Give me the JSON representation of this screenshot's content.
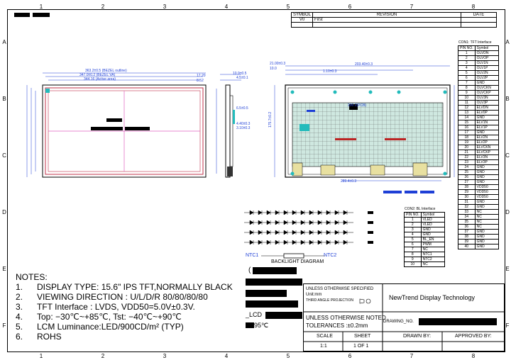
{
  "zones_top": [
    "1",
    "2",
    "3",
    "4",
    "5",
    "6",
    "7",
    "8"
  ],
  "zones_side": [
    "A",
    "B",
    "C",
    "D",
    "E",
    "F"
  ],
  "revision": {
    "symbol_header": "SYMBOL",
    "revision_header": "REVISION",
    "date_header": "DATE",
    "symbol": "V0",
    "text": "First"
  },
  "front_view": {
    "dims": [
      "363.2±0.5 (BEZEL outline)",
      "347.0±0.2 (BEZEL VA)",
      "344.16 (Active area)",
      "17.20",
      "8.52"
    ]
  },
  "side_view": {
    "dims": [
      "10.9±0.5",
      "4.5±0.1",
      "6.5±0.5",
      "4.40±0.3",
      "3.10±0.3"
    ]
  },
  "rear_view": {
    "dims": [
      "21.00±0.3",
      "10.0",
      "203.40±0.3",
      "1.10±0.3",
      "289.4±0.3",
      "175.7±0.2",
      "200.2(PCB)"
    ]
  },
  "con1": {
    "title": "CON1: TFT Interface",
    "headers": [
      "PIN NO.",
      "Symbol"
    ],
    "rows": [
      [
        "1",
        "OLVDN"
      ],
      [
        "2",
        "OLVOP"
      ],
      [
        "3",
        "OLV1N"
      ],
      [
        "4",
        "OLV1P"
      ],
      [
        "5",
        "OLV2N"
      ],
      [
        "6",
        "OLV2P"
      ],
      [
        "7",
        "GND"
      ],
      [
        "8",
        "OLVCKN"
      ],
      [
        "9",
        "OLVCKP"
      ],
      [
        "10",
        "OLV3N"
      ],
      [
        "11",
        "OLV3P"
      ],
      [
        "12",
        "ELVDN"
      ],
      [
        "13",
        "ELV0P"
      ],
      [
        "14",
        "GND"
      ],
      [
        "15",
        "ELV1N"
      ],
      [
        "16",
        "ELV1P"
      ],
      [
        "17",
        "GND"
      ],
      [
        "18",
        "ELV2N"
      ],
      [
        "19",
        "ELV2P"
      ],
      [
        "20",
        "ELVCKN"
      ],
      [
        "21",
        "ELVCKP"
      ],
      [
        "22",
        "ELV3N"
      ],
      [
        "23",
        "ELV3P"
      ],
      [
        "24",
        "GND"
      ],
      [
        "25",
        "GND"
      ],
      [
        "26",
        "GND"
      ],
      [
        "27",
        "GND"
      ],
      [
        "28",
        "VDD50"
      ],
      [
        "29",
        "VDD50"
      ],
      [
        "30",
        "VDD50"
      ],
      [
        "31",
        "GND"
      ],
      [
        "32",
        "GND"
      ],
      [
        "33",
        "NC"
      ],
      [
        "34",
        "NC"
      ],
      [
        "35",
        "NC"
      ],
      [
        "36",
        "NC"
      ],
      [
        "37",
        "GND"
      ],
      [
        "38",
        "GND"
      ],
      [
        "39",
        "GND"
      ],
      [
        "40",
        "GND"
      ]
    ]
  },
  "con2": {
    "title": "CON2: BL Interface",
    "headers": [
      "PIN NO.",
      "Symbol"
    ],
    "rows": [
      [
        "1",
        "VLED"
      ],
      [
        "2",
        "VLED"
      ],
      [
        "3",
        "GND"
      ],
      [
        "4",
        "GND"
      ],
      [
        "5",
        "BL_EN"
      ],
      [
        "6",
        "PWM"
      ],
      [
        "7",
        "NC"
      ],
      [
        "8",
        "NTC1"
      ],
      [
        "9",
        "NTC2"
      ],
      [
        "10",
        "NC"
      ]
    ]
  },
  "backlight": {
    "caption": "BACKLIGHT DIAGRAM",
    "ntc1": "NTC1",
    "ntc2": "NTC2"
  },
  "notes": {
    "title": "NOTES:",
    "items": [
      {
        "n": "1.",
        "t": "DISPLAY TYPE: 15.6\" IPS TFT,NORMALLY BLACK"
      },
      {
        "n": "2.",
        "t": "VIEWING DIRECTION : U/L/D/R 80/80/80/80"
      },
      {
        "n": "3.",
        "t": "TFT Interface : LVDS, VDD50=5.0V±0.3V."
      },
      {
        "n": "4.",
        "t": "Top: −30℃~+85℃, Tst: −40℃~+90℃"
      },
      {
        "n": "5.",
        "t": "LCM Luminance:LED/900CD/m² (TYP)"
      },
      {
        "n": "6.",
        "t": "ROHS"
      }
    ]
  },
  "mid_text": {
    "paren": "(",
    "lcd": "_LCD",
    "temp": "95℃"
  },
  "title_block": {
    "unless1": "UNLESS OTHERWISE SPECIFIED",
    "unit": "Unit:mm",
    "projection": "THIRD ANGLE PROJECTION",
    "company": "NewTrend Display Technology",
    "unless2": "UNLESS OTHERWISE NOTED",
    "tolerances": "TOLERANCES :±0.2mm",
    "drawing_no": "DRAWING_NO.",
    "scale_label": "SCALE",
    "sheet_label": "SHEET",
    "drawn_label": "DRAWN BY:",
    "approved_label": "APPROVED BY:",
    "scale": "1:1",
    "sheet": "1 OF 1"
  }
}
